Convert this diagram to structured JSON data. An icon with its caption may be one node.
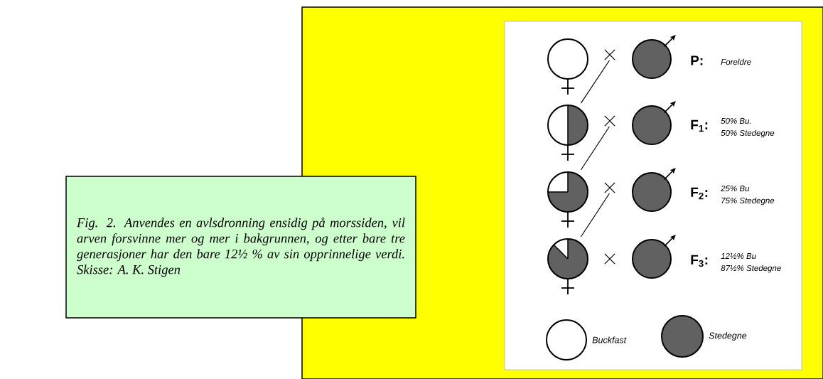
{
  "diagram": {
    "caption": "Fig. 2. Anvendes en avlsdronning ensidig på morssiden, vil arven forsvinne mer og mer i bakgrunnen, og etter bare tre generasjoner har den bare 12½ % av sin opprinnelige verdi. Skisse: A. K. Stigen",
    "nodes": [
      {
        "text": [],
        "shape": "circle"
      },
      {
        "text": [],
        "shape": "cross"
      },
      {
        "text": [],
        "shape": "circle"
      },
      {
        "text": [],
        "shape": "circle"
      },
      {
        "text": [],
        "shape": "cross"
      },
      {
        "text": [],
        "shape": "circle"
      },
      {
        "text": [],
        "shape": "circle"
      },
      {
        "text": [],
        "shape": "cross"
      },
      {
        "text": [],
        "shape": "circle"
      },
      {
        "text": [],
        "shape": "circle"
      },
      {
        "text": [],
        "shape": "cross"
      },
      {
        "text": [],
        "shape": "circle"
      }
    ],
    "edges": [
      {
        "from": 1,
        "to": 3,
        "arrow": "none"
      },
      {
        "from": 4,
        "to": 6,
        "arrow": "none"
      },
      {
        "from": 7,
        "to": 9,
        "arrow": "none"
      }
    ],
    "labels": [
      "P:",
      "Foreldre",
      "F$_{1}$:",
      "50% Bu.",
      "50% Stedegne",
      "F$_{2}$:",
      "25% Bu",
      "75% Stedegne",
      "F$_{3}$:",
      "12½% Bu",
      "87½% Stedegne"
    ],
    "legend": [
      {
        "text": "Buckfast"
      },
      {
        "text": "Stedegne"
      }
    ]
  }
}
